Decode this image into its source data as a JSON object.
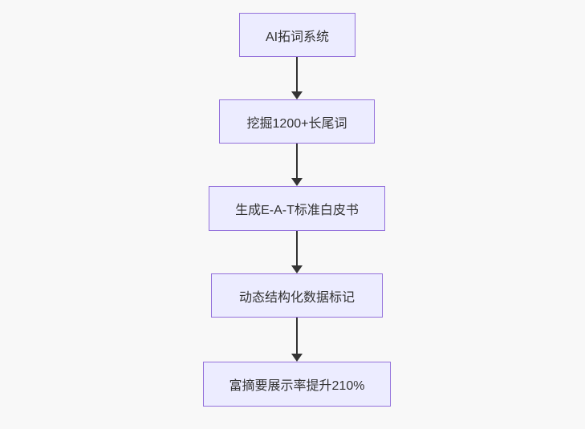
{
  "diagram": {
    "type": "flowchart-top-down",
    "background_color": "#f8f8f8",
    "node_fill_color": "#ECECFF",
    "node_border_color": "#9370DB",
    "node_text_color": "#333333",
    "arrow_color": "#333333",
    "nodes": [
      {
        "id": "n1",
        "label": "AI拓词系统"
      },
      {
        "id": "n2",
        "label": "挖掘1200+长尾词"
      },
      {
        "id": "n3",
        "label": "生成E-A-T标准白皮书"
      },
      {
        "id": "n4",
        "label": "动态结构化数据标记"
      },
      {
        "id": "n5",
        "label": "富摘要展示率提升210%"
      }
    ],
    "edges": [
      {
        "from": "n1",
        "to": "n2"
      },
      {
        "from": "n2",
        "to": "n3"
      },
      {
        "from": "n3",
        "to": "n4"
      },
      {
        "from": "n4",
        "to": "n5"
      }
    ]
  }
}
